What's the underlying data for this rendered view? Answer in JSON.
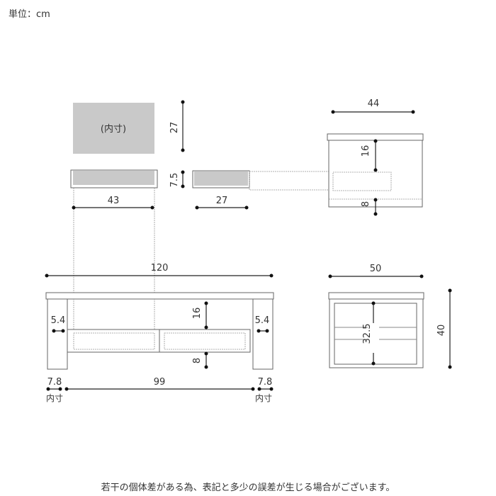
{
  "unit_label": "単位：cm",
  "inner_label": "(内寸)",
  "dimensions": {
    "inner_height": "27",
    "drawer_height": "7.5",
    "drawer_width": "43",
    "drawer_depth": "27",
    "side_width": "44",
    "side_top_gap": "16",
    "side_bottom_gap": "8",
    "total_width": "120",
    "depth": "50",
    "front_top_gap": "16",
    "front_bottom_gap": "8",
    "leg_left": "5.4",
    "leg_right": "5.4",
    "left_inner": "7.8",
    "right_inner": "7.8",
    "inner_width": "99",
    "inner_side_height": "32.5",
    "total_height": "40",
    "inner_note_left": "内寸",
    "inner_note_right": "内寸"
  },
  "note": "若干の個体差がある為、表記と多少の誤差が生じる場合がございます。"
}
